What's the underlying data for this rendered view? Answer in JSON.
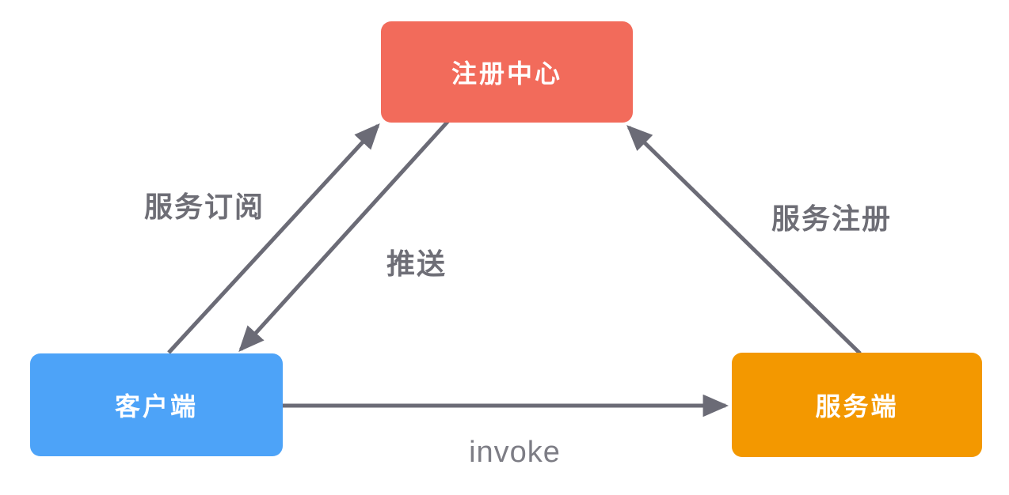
{
  "diagram": {
    "type": "architecture-diagram",
    "background": "#FFFFFF",
    "nodes": {
      "registry": {
        "label": "注册中心",
        "color": "#F26B5B",
        "text_color": "#FFFFFF"
      },
      "client": {
        "label": "客户端",
        "color": "#4DA3F8",
        "text_color": "#FFFFFF"
      },
      "server": {
        "label": "服务端",
        "color": "#F39800",
        "text_color": "#FFFFFF"
      }
    },
    "edges": [
      {
        "id": "service-subscribe",
        "label": "服务订阅",
        "from": "client",
        "to": "registry"
      },
      {
        "id": "push",
        "label": "推送",
        "from": "registry",
        "to": "client"
      },
      {
        "id": "service-register",
        "label": "服务注册",
        "from": "server",
        "to": "registry"
      },
      {
        "id": "invoke",
        "label": "invoke",
        "from": "client",
        "to": "server"
      }
    ],
    "colors": {
      "arrow": "#6B6B76",
      "edge_label": "#6E6E76",
      "invoke_label": "#7D7D85"
    }
  }
}
